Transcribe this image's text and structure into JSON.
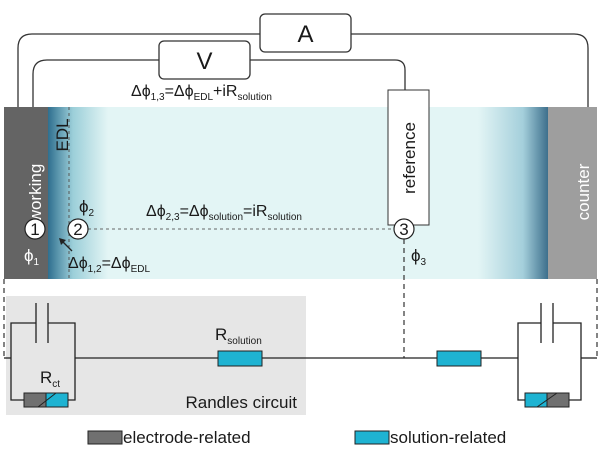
{
  "meters": {
    "ammeter": "A",
    "voltmeter": "V"
  },
  "electrodes": {
    "working": "working",
    "counter": "counter",
    "reference": "reference"
  },
  "edl_label": "EDL",
  "points": {
    "p1": "1",
    "p2": "2",
    "p3": "3"
  },
  "phi": {
    "phi1": {
      "sym": "ϕ",
      "sub": "1"
    },
    "phi2": {
      "sym": "ϕ",
      "sub": "2"
    },
    "phi3": {
      "sym": "ϕ",
      "sub": "3"
    }
  },
  "equations": {
    "eq13": {
      "a": "Δϕ",
      "a_sub": "1,3",
      "b": "=Δϕ",
      "b_sub": "EDL",
      "c": "+iR",
      "c_sub": "solution"
    },
    "eq23": {
      "a": "Δϕ",
      "a_sub": "2,3",
      "b": "=Δϕ",
      "b_sub": "solution",
      "c": "=iR",
      "c_sub": "solution"
    },
    "eq12": {
      "a": "Δϕ",
      "a_sub": "1,2",
      "b": "=Δϕ",
      "b_sub": "EDL"
    }
  },
  "circuit": {
    "rsolution": {
      "main": "R",
      "sub": "solution"
    },
    "rct": {
      "main": "R",
      "sub": "ct"
    },
    "randles_label": "Randles circuit"
  },
  "legend": {
    "electrode": {
      "label": "electrode-related",
      "color": "#707070"
    },
    "solution": {
      "label": "solution-related",
      "color": "#1eb3d2"
    }
  }
}
